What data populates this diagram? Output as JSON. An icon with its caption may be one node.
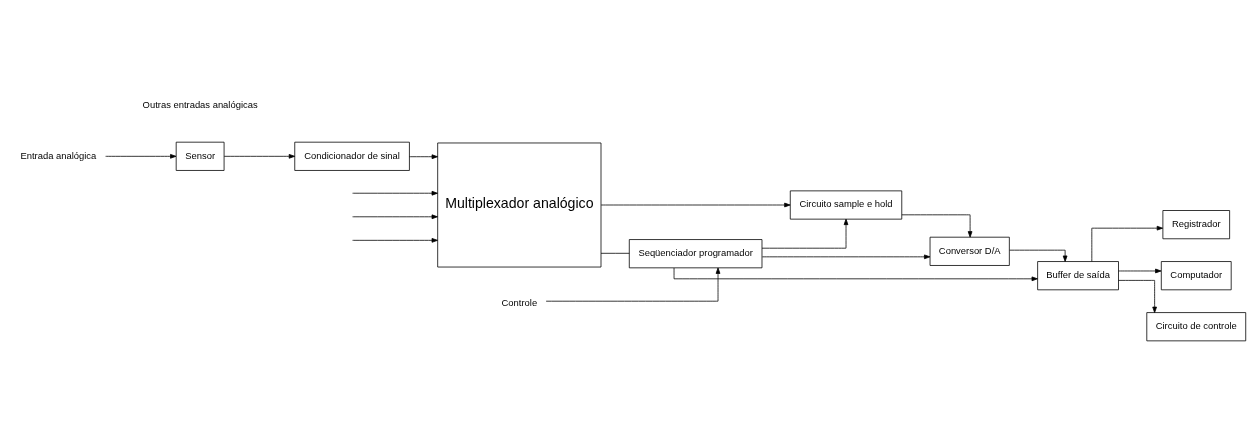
{
  "diagram": {
    "nodes": [
      {
        "text": [
          "Entrada analógica"
        ]
      },
      {
        "text": [
          "Sensor"
        ]
      },
      {
        "text": [
          "Condicionador de sinal"
        ]
      },
      {
        "text": [
          "Multiplexador analógico"
        ]
      },
      {
        "text": [
          "Circuito sample e hold"
        ]
      },
      {
        "text": [
          "Conversor D/A"
        ]
      },
      {
        "text": [
          "Buffer de saída"
        ]
      },
      {
        "text": [
          "Registrador"
        ]
      },
      {
        "text": [
          "Computador"
        ]
      },
      {
        "text": [
          "Circuito de controle"
        ]
      },
      {
        "text": [
          "Seqüenciador programador"
        ]
      },
      {
        "text": [
          "Controle"
        ]
      }
    ],
    "edges": [
      {
        "from": 0,
        "to": 1,
        "arrow": "to"
      },
      {
        "from": 1,
        "to": 2,
        "arrow": "to"
      },
      {
        "from": 2,
        "to": 3,
        "arrow": "to"
      },
      {
        "from": null,
        "to": 3,
        "arrow": "to"
      },
      {
        "from": null,
        "to": 3,
        "arrow": "to"
      },
      {
        "from": null,
        "to": 3,
        "arrow": "to"
      },
      {
        "from": 3,
        "to": 4,
        "arrow": "to"
      },
      {
        "from": 10,
        "to": 4,
        "arrow": "to"
      },
      {
        "from": 4,
        "to": 5,
        "arrow": "to"
      },
      {
        "from": 5,
        "to": 6,
        "arrow": "to"
      },
      {
        "from": 6,
        "to": 7,
        "arrow": "to"
      },
      {
        "from": 6,
        "to": 8,
        "arrow": "to"
      },
      {
        "from": 6,
        "to": 9,
        "arrow": "to"
      },
      {
        "from": 3,
        "to": 10,
        "arrow": "none"
      },
      {
        "from": 11,
        "to": 10,
        "arrow": "to"
      },
      {
        "from": 10,
        "to": 5,
        "arrow": "to"
      },
      {
        "from": 10,
        "to": 6,
        "arrow": "to"
      }
    ],
    "labels": [
      "Outras entradas analógicas"
    ]
  }
}
